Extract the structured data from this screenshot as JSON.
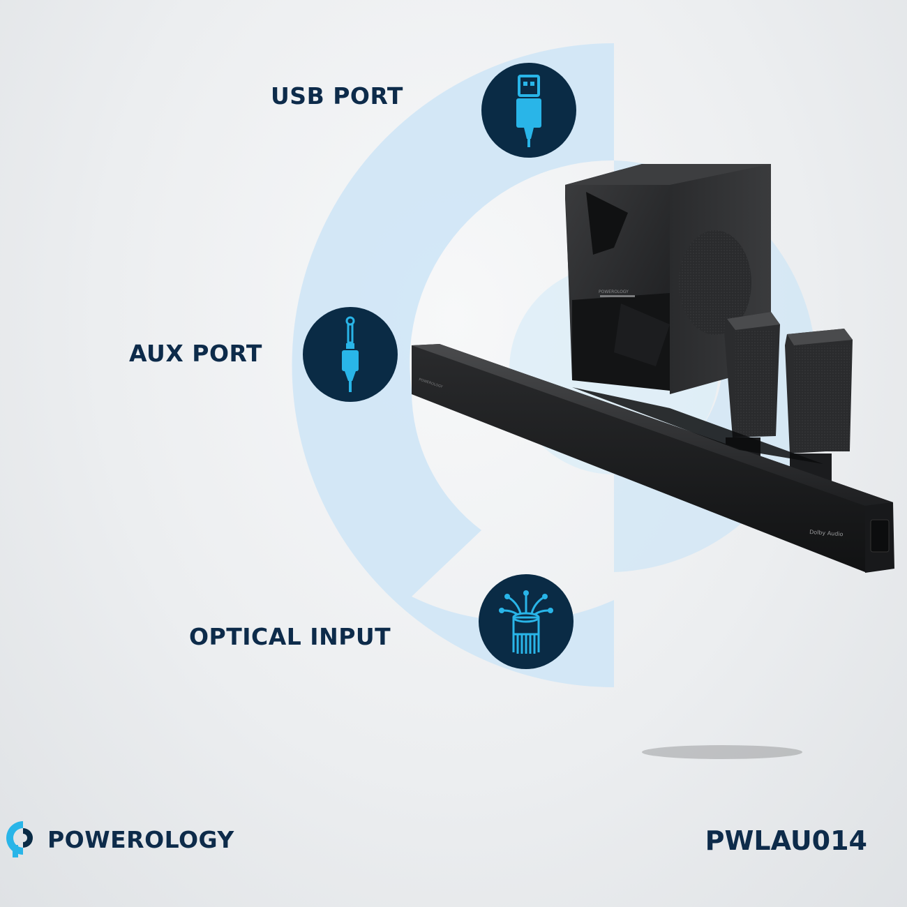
{
  "features": [
    {
      "label": "USB PORT",
      "icon": "usb-icon"
    },
    {
      "label": "AUX PORT",
      "icon": "aux-jack-icon"
    },
    {
      "label": "OPTICAL INPUT",
      "icon": "optical-fiber-icon"
    }
  ],
  "brand": {
    "name": "POWEROLOGY",
    "logo": "powerology-logo-icon"
  },
  "model": "PWLAU014",
  "product_text": {
    "subwoofer_badge": "POWEROLOGY",
    "bar_badge": "Dolby Audio"
  },
  "colors": {
    "accent": "#29b5e8",
    "navy": "#0a2b45",
    "decor_blue": "#cfe6f6"
  }
}
